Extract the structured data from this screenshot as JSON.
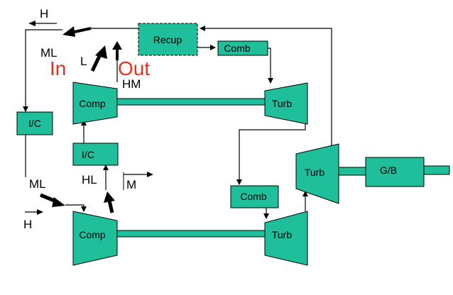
{
  "components": {
    "recuperator": "Recup",
    "combustor_top": "Comb",
    "compressor_hp": "Comp",
    "turbine_hp": "Turb",
    "intercooler_left": "I/C",
    "intercooler_mid": "I/C",
    "combustor_mid": "Comb",
    "compressor_lp": "Comp",
    "turbine_lp": "Turb",
    "turbine_power": "Turb",
    "gearbox": "G/B"
  },
  "labels": {
    "h_top": "H",
    "ml_top": "ML",
    "l_top": "L",
    "in_text": "In",
    "out_text": "Out",
    "hm": "HM",
    "ml_bottom": "ML",
    "h_bottom": "H",
    "hl": "HL",
    "m": "M"
  },
  "colors": {
    "component_fill": "#1fbf9c",
    "in_out_text": "#e8301c"
  }
}
